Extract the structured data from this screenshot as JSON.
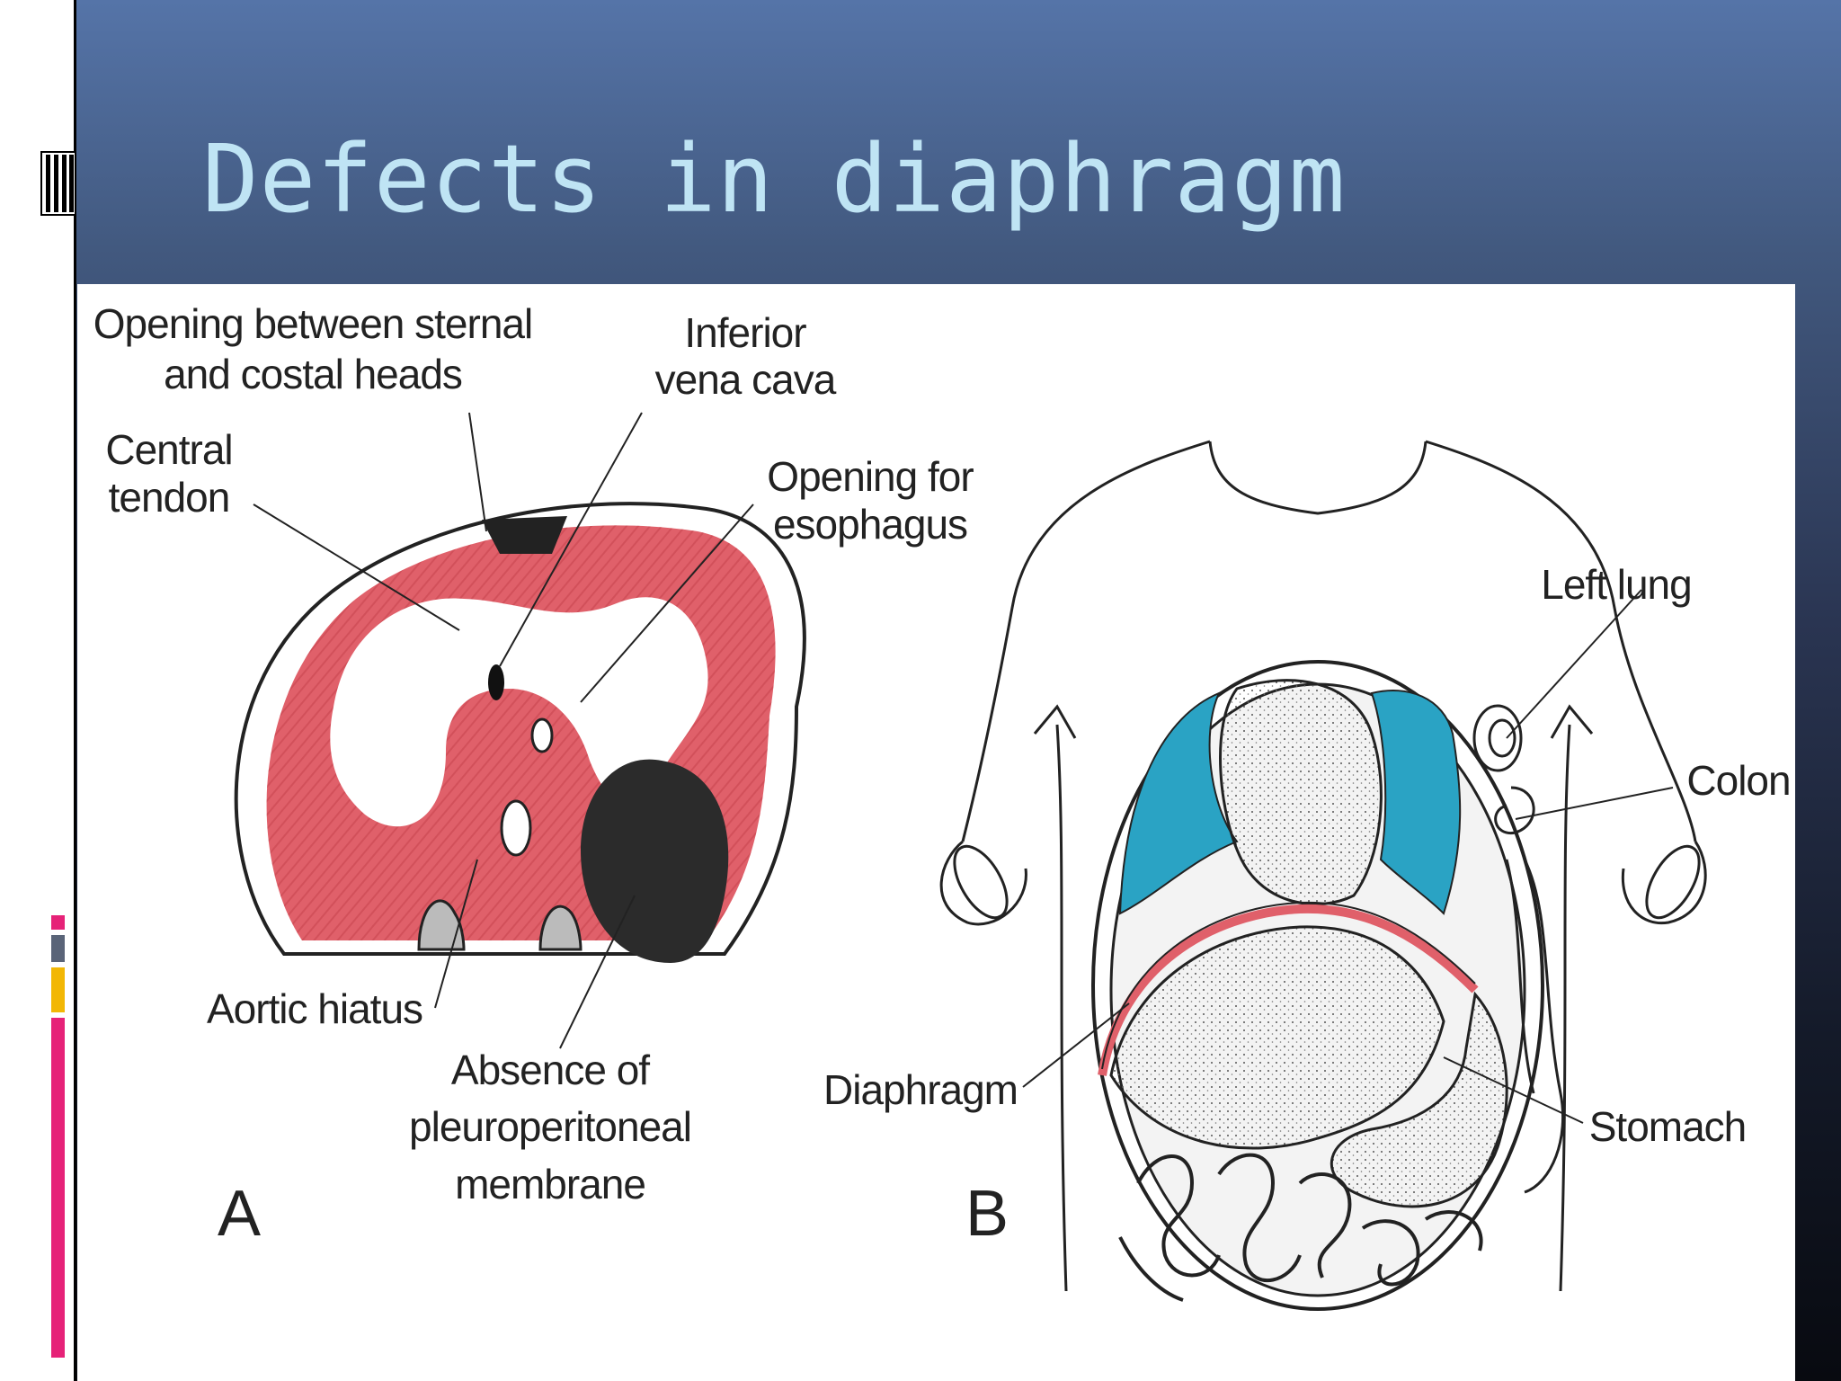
{
  "slide": {
    "title": "Defects in diaphragm",
    "colors": {
      "title": "#bfe4f4",
      "muscle": "#e0606a",
      "lung": "#2aa3c4",
      "diaphragm_line": "#e0606a",
      "accent_pink": "#e62278",
      "accent_yellow": "#f2b705",
      "accent_gray": "#5a6478"
    }
  },
  "figure_a": {
    "panel_letter": "A",
    "labels": {
      "sternal_costal_1": "Opening between sternal",
      "sternal_costal_2": "and costal heads",
      "ivc_1": "Inferior",
      "ivc_2": "vena cava",
      "central_tendon_1": "Central",
      "central_tendon_2": "tendon",
      "esophagus_1": "Opening for",
      "esophagus_2": "esophagus",
      "aortic_hiatus": "Aortic hiatus",
      "absence_1": "Absence of",
      "absence_2": "pleuroperitoneal",
      "absence_3": "membrane"
    }
  },
  "figure_b": {
    "panel_letter": "B",
    "labels": {
      "left_lung": "Left lung",
      "colon": "Colon",
      "diaphragm": "Diaphragm",
      "stomach": "Stomach"
    }
  }
}
